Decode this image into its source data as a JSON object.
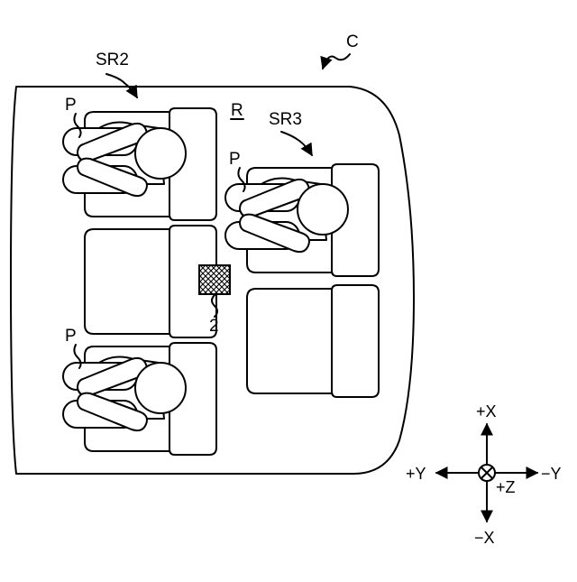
{
  "labels": {
    "cabin": "C",
    "row2": "SR2",
    "row3": "SR3",
    "room": "R",
    "device": "2",
    "person": "P"
  },
  "axes": {
    "plus_x": "+X",
    "minus_x": "−X",
    "plus_y": "+Y",
    "minus_y": "−Y",
    "plus_z": "+Z"
  }
}
